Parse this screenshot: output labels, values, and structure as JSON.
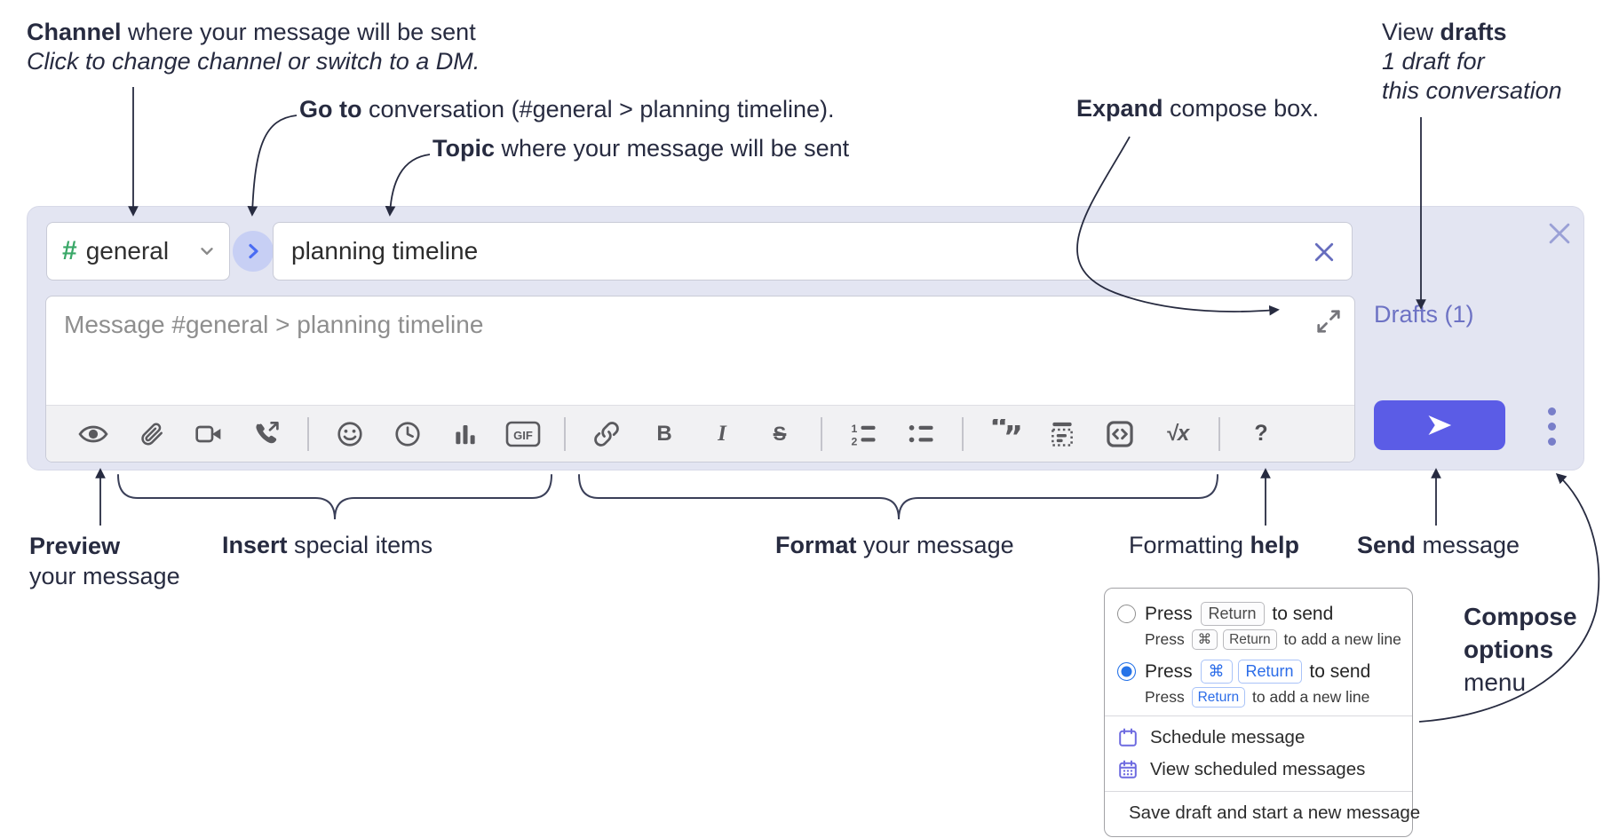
{
  "annotations": {
    "channel": {
      "lead": "Channel",
      "rest": " where your message will be sent",
      "line2": "Click to change channel or switch to a DM."
    },
    "go_to": {
      "lead": "Go to",
      "rest": " conversation (#general > planning timeline)."
    },
    "topic": {
      "lead": "Topic",
      "rest": " where your message will be sent"
    },
    "expand": {
      "lead": "Expand",
      "rest": " compose box."
    },
    "view_drafts": {
      "pre": "View ",
      "lead": "drafts",
      "line2": "1 draft for",
      "line3": "this conversation"
    },
    "preview": {
      "lead": "Preview",
      "line2": "your message"
    },
    "insert": {
      "lead": "Insert",
      "rest": " special items"
    },
    "format": {
      "lead": "Format",
      "rest": " your message"
    },
    "formatting_help": {
      "pre": "Formatting ",
      "lead": "help"
    },
    "send": {
      "lead": "Send",
      "rest": " message"
    },
    "compose_options": {
      "line1": "Compose",
      "line2": "options",
      "line3": "menu"
    }
  },
  "compose": {
    "channel_selector": {
      "hash": "#",
      "label": "general",
      "chevron": "chevron-down-icon"
    },
    "go_to_button_icon": "chevron-right-icon",
    "topic_input": {
      "value": "planning timeline",
      "clear_icon": "x-icon"
    },
    "close_icon": "x-icon",
    "message_input": {
      "placeholder": "Message #general > planning timeline"
    },
    "expand_icon": "expand-diagonal-icon",
    "drafts_link": "Drafts (1)",
    "send_button_icon": "send-arrow-icon",
    "options_menu_icon": "kebab-menu-icon",
    "toolbar": {
      "labels": {
        "gif": "GIF",
        "bold": "B",
        "italic": "I",
        "strike": "S",
        "ol_1": "1",
        "ol_2": "2",
        "quote_open": "“",
        "quote_close": "”",
        "math": "√x",
        "help": "?"
      },
      "icons": [
        "eye-icon",
        "paperclip-icon",
        "video-camera-icon",
        "phone-call-icon",
        "smiley-icon",
        "clock-icon",
        "bar-chart-icon",
        "gif-icon",
        "link-icon",
        "bold-icon",
        "italic-icon",
        "strikethrough-icon",
        "numbered-list-icon",
        "bulleted-list-icon",
        "quote-icon",
        "spoiler-icon",
        "code-icon",
        "math-icon",
        "help-icon"
      ]
    }
  },
  "popup": {
    "press": "Press",
    "to_send": "to send",
    "add_new_line": "to add a new line",
    "key_return": "Return",
    "key_cmd": "⌘",
    "menu_items": [
      {
        "icon": "calendar-icon",
        "label": "Schedule message"
      },
      {
        "icon": "calendar-grid-icon",
        "label": "View scheduled messages"
      },
      {
        "icon": "save-draft-icon",
        "label": "Save draft and start a new message"
      }
    ]
  },
  "colors": {
    "accent_indigo": "#5b5ce6",
    "link_purple": "#6d72c4",
    "hash_green": "#3aa868",
    "keycap_blue": "#2b6ce8",
    "menu_icon_purple": "#6d6ae0",
    "compose_bg": "#e3e5f2",
    "annotation_ink": "#272b40"
  }
}
